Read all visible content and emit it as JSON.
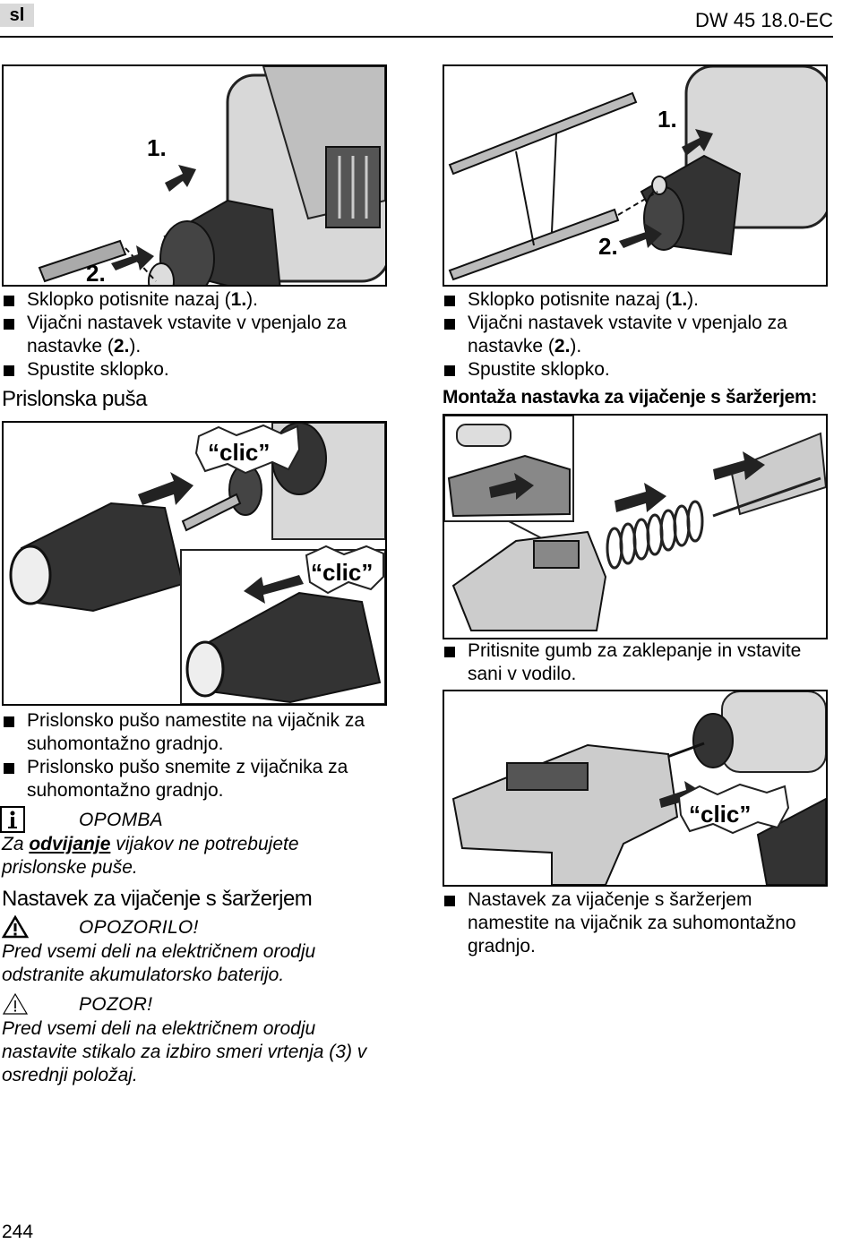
{
  "header": {
    "lang_tag": "sl",
    "model": "DW 45 18.0-EC"
  },
  "left_top": {
    "bullets": [
      {
        "pre": "Sklopko potisnite nazaj (",
        "num": "1.",
        "post": ")."
      },
      {
        "pre": "Vijačni nastavek vstavite v vpenjalo za nastavke (",
        "num": "2.",
        "post": ")."
      },
      {
        "pre": "Spustite sklopko.",
        "num": "",
        "post": ""
      }
    ]
  },
  "right_top": {
    "bullets": [
      {
        "pre": "Sklopko potisnite nazaj (",
        "num": "1.",
        "post": ")."
      },
      {
        "pre": "Vijačni nastavek vstavite v vpenjalo za nastavke (",
        "num": "2.",
        "post": ")."
      },
      {
        "pre": "Spustite sklopko.",
        "num": "",
        "post": ""
      }
    ],
    "heading": "Montaža nastavka za vijačenje s šaržerjem:"
  },
  "prislonska": {
    "heading": "Prislonska puša",
    "bullets": [
      "Prislonsko pušo namestite na vijačnik za suhomontažno gradnjo.",
      "Prislonsko pušo snemite z vijačnika za suhomontažno gradnjo."
    ]
  },
  "figure_labels": {
    "step1": "1.",
    "step2": "2.",
    "clic": "“clic”"
  },
  "opomba": {
    "title": "OPOMBA",
    "pre": "Za ",
    "bold": "odvijanje",
    "post": " vijakov ne potrebujete prislonske puše."
  },
  "nastavek": {
    "heading": "Nastavek za vijačenje s šaržerjem",
    "warning_title": "OPOZORILO!",
    "warning_text": "Pred vsemi deli na električnem orodju odstranite akumulatorsko baterijo.",
    "caution_title": "POZOR!",
    "caution_text": "Pred vsemi deli na električnem orodju nastavite stikalo za izbiro smeri vrtenja (3) v osrednji položaj."
  },
  "right_mid": {
    "bullet": "Pritisnite gumb za zaklepanje in vstavite sani v vodilo."
  },
  "right_bottom": {
    "bullet": "Nastavek za vijačenje s šaržerjem namestite na vijačnik za suhomontažno gradnjo."
  },
  "page_number": "244",
  "icons": [
    "info-icon",
    "warning-triangle-icon",
    "caution-triangle-icon",
    "square-bullet-icon"
  ]
}
